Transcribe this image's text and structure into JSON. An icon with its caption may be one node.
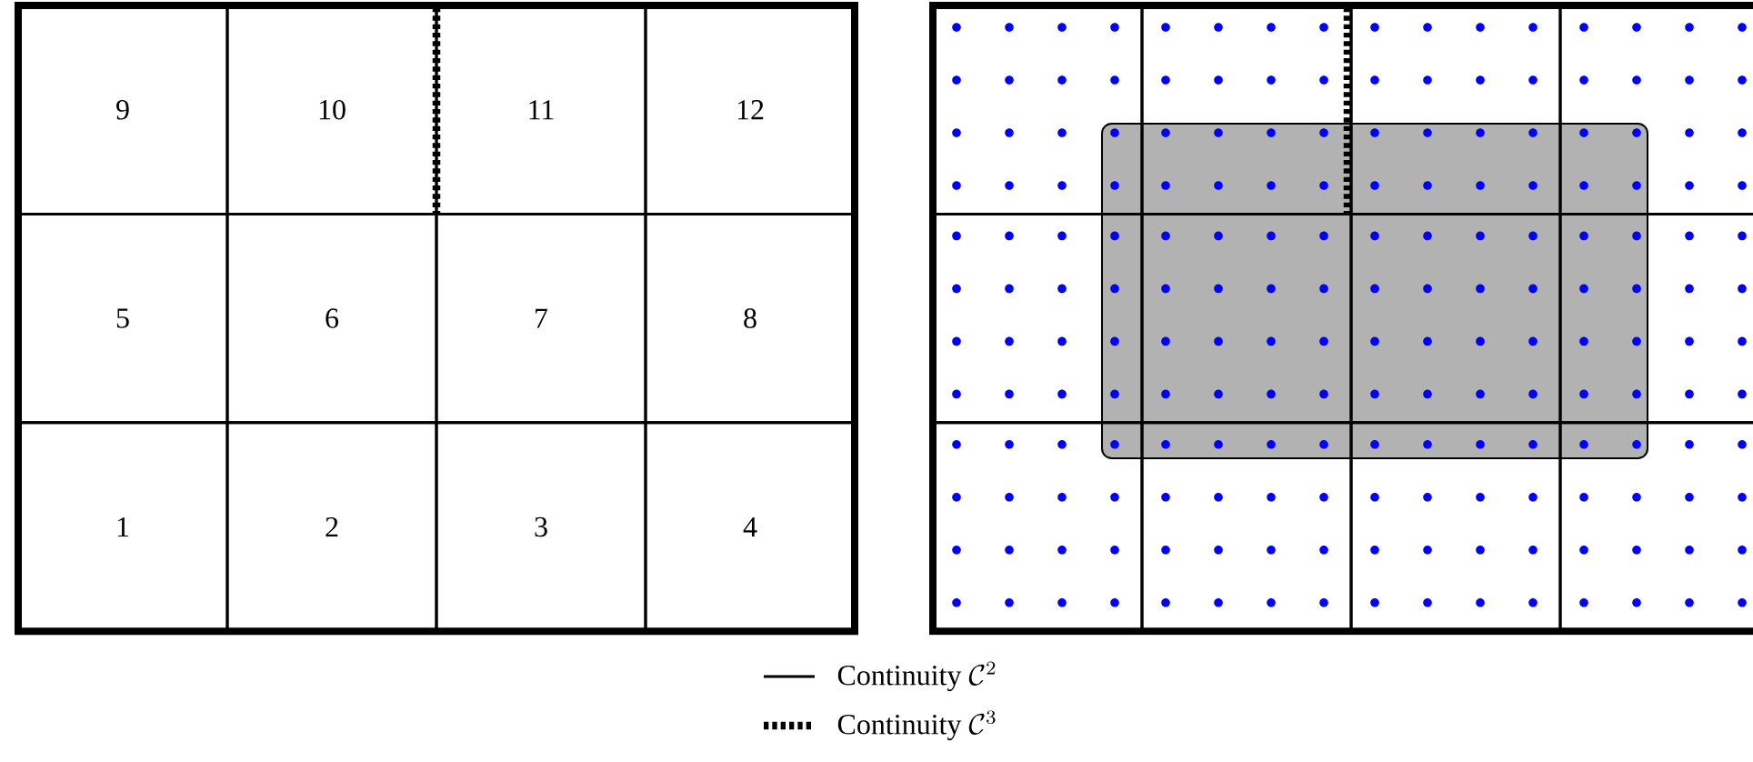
{
  "diagram": {
    "nodes": [
      {
        "text": [
          "9"
        ]
      },
      {
        "text": [
          "10"
        ]
      },
      {
        "text": [
          "11"
        ]
      },
      {
        "text": [
          "12"
        ]
      },
      {
        "text": [
          "5"
        ]
      },
      {
        "text": [
          "6"
        ]
      },
      {
        "text": [
          "7"
        ]
      },
      {
        "text": [
          "8"
        ]
      },
      {
        "text": [
          "1"
        ]
      },
      {
        "text": [
          "2"
        ]
      },
      {
        "text": [
          "3"
        ]
      },
      {
        "text": [
          "4"
        ]
      },
      {
        "text": [],
        "shape": "box"
      },
      {
        "text": [],
        "shape": "box"
      },
      {
        "text": [],
        "shape": "box"
      },
      {
        "text": [],
        "shape": "box"
      },
      {
        "text": [],
        "shape": "box"
      },
      {
        "text": [],
        "shape": "box"
      },
      {
        "text": [],
        "shape": "box"
      },
      {
        "text": [],
        "shape": "box"
      },
      {
        "text": [],
        "shape": "box"
      },
      {
        "text": [],
        "shape": "box"
      },
      {
        "text": [],
        "shape": "box"
      },
      {
        "text": [],
        "shape": "box"
      }
    ],
    "legend": [
      {
        "text": "\\mathrm{Continuity}\\ \\mathcal{C}^{2}"
      },
      {
        "text": "\\mathrm{Continuity}\\ \\mathcal{C}^{3}"
      }
    ]
  }
}
